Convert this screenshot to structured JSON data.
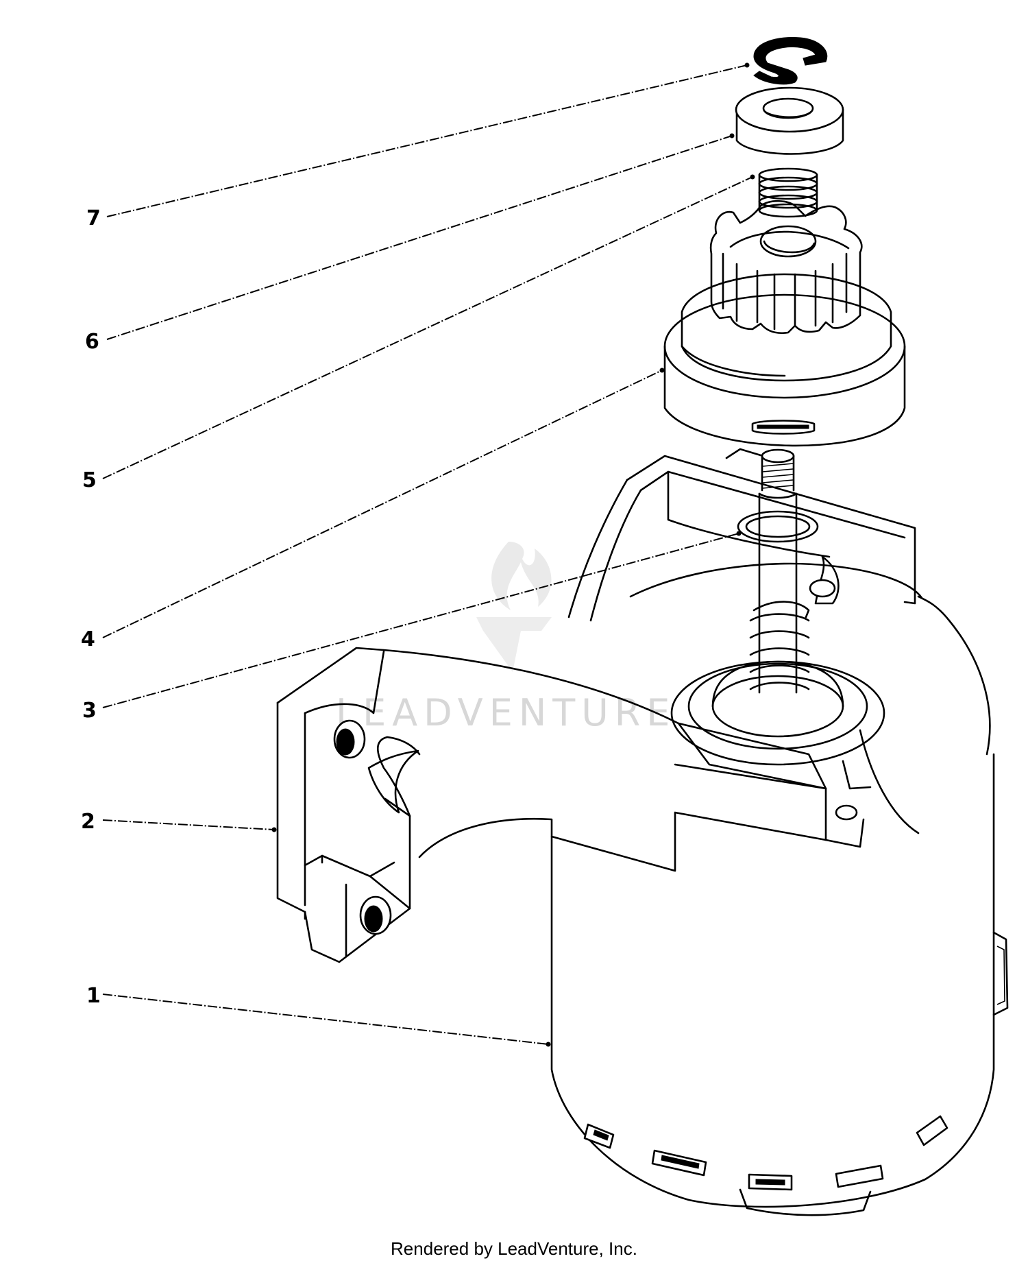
{
  "diagram": {
    "callouts": [
      "7",
      "6",
      "5",
      "4",
      "3",
      "2",
      "1"
    ]
  },
  "watermark": {
    "text": "LEADVENTURE"
  },
  "footer": {
    "text": "Rendered by LeadVenture, Inc."
  }
}
